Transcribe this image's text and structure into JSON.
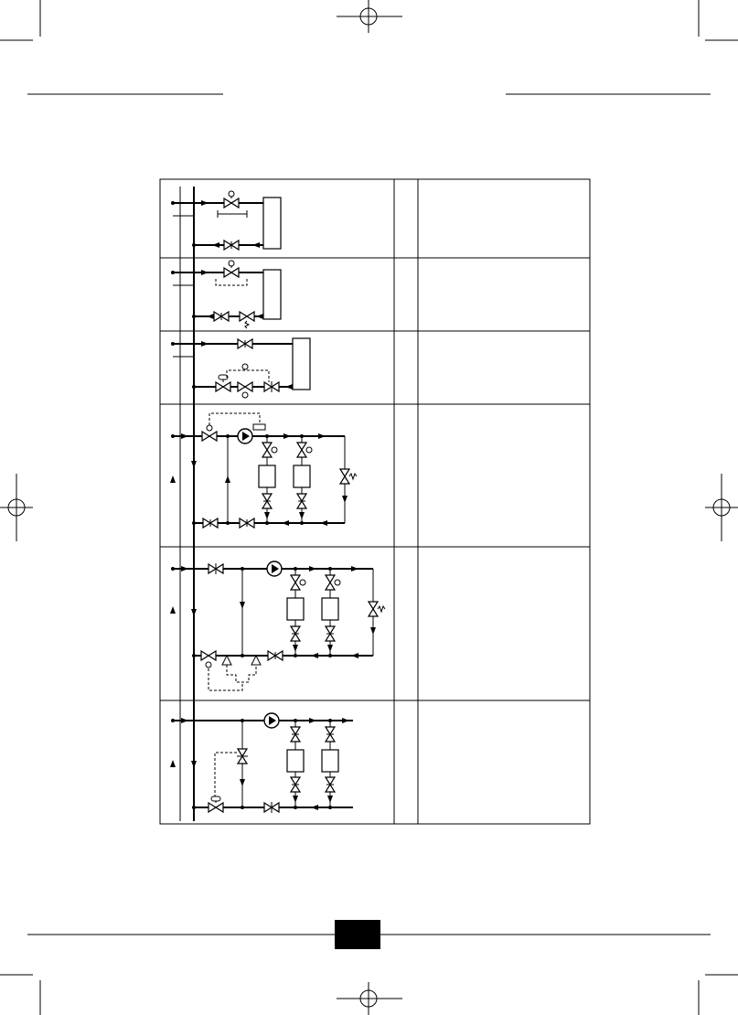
{
  "page": {
    "number_tab_color": "#000000",
    "page_number": ""
  },
  "table": {
    "rows": [
      {
        "id": "row-1",
        "symbol_cell": "",
        "description": ""
      },
      {
        "id": "row-2",
        "symbol_cell": "",
        "description": ""
      },
      {
        "id": "row-3",
        "symbol_cell": "",
        "description": ""
      },
      {
        "id": "row-4",
        "symbol_cell": "",
        "description": ""
      },
      {
        "id": "row-5",
        "symbol_cell": "",
        "description": ""
      },
      {
        "id": "row-6",
        "symbol_cell": "",
        "description": ""
      }
    ]
  },
  "icons": [
    "registration-mark-icon",
    "crop-mark-icon",
    "valve-icon",
    "pump-icon",
    "radiator-icon",
    "check-valve-icon"
  ]
}
